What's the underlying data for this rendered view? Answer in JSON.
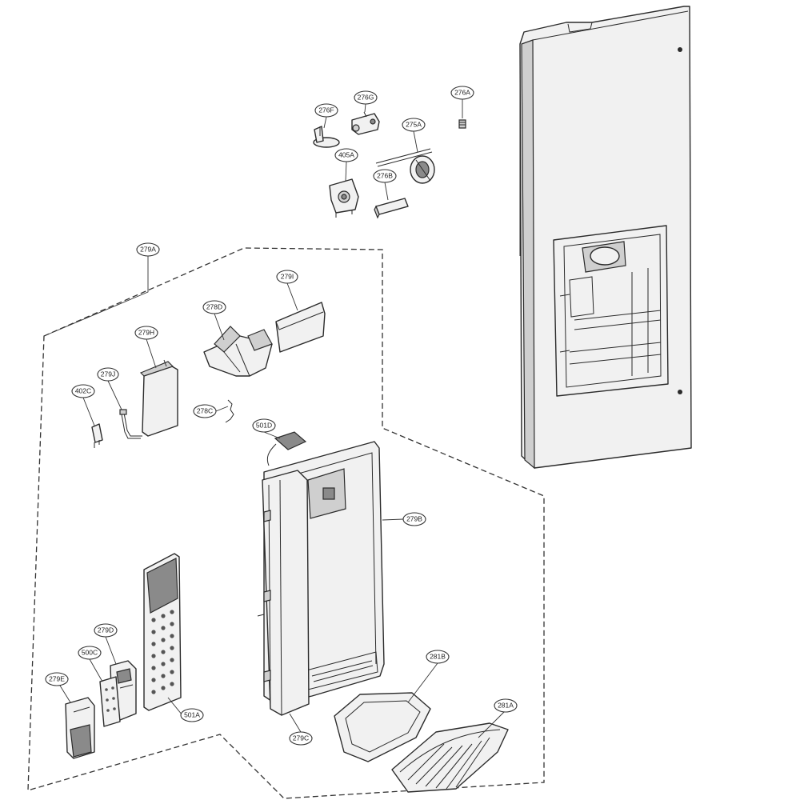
{
  "callouts": {
    "c276A": "276A",
    "c276G": "276G",
    "c276F": "276F",
    "c275A": "275A",
    "c405A": "405A",
    "c276B": "276B",
    "c279A": "279A",
    "c279I": "279I",
    "c278D": "278D",
    "c279H": "279H",
    "c279J": "279J",
    "c402C": "402C",
    "c278C": "278C",
    "c501D": "501D",
    "c279B": "279B",
    "c279D": "279D",
    "c500C": "500C",
    "c279E": "279E",
    "c501A": "501A",
    "c279C": "279C",
    "c281B": "281B",
    "c281A": "281A"
  }
}
